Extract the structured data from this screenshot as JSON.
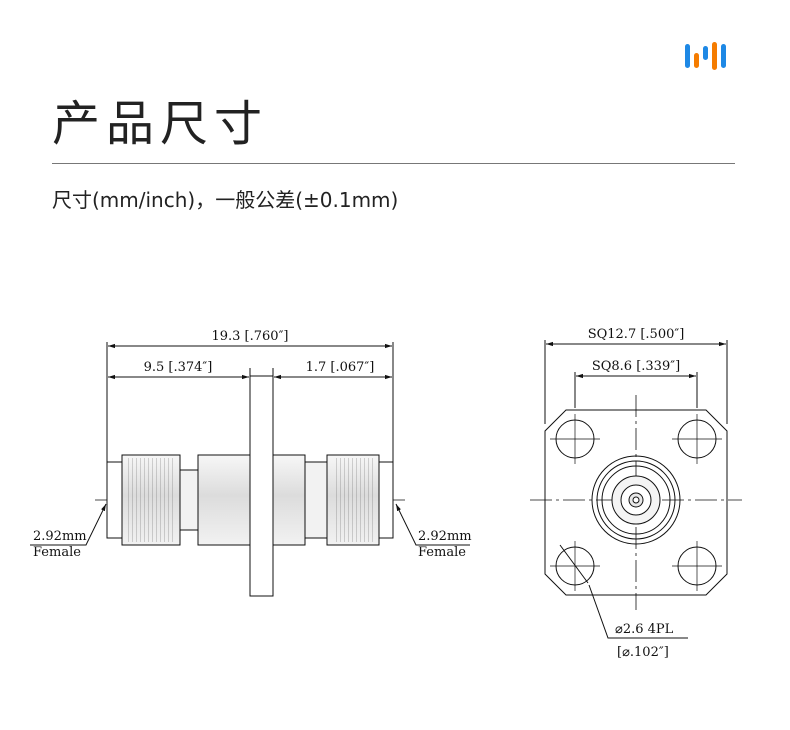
{
  "header": {
    "title": "产品尺寸",
    "subtitle": "尺寸(mm/inch)，一般公差(±0.1mm)"
  },
  "logo": {
    "icon": "brand-bars-logo",
    "colors": [
      "#1e88e5",
      "#f57c00"
    ]
  },
  "side_view": {
    "overall_length": "19.3 [.760″]",
    "left_length": "9.5 [.374″]",
    "right_length": "1.7 [.067″]",
    "left_connector": {
      "line1": "2.92mm",
      "line2": "Female"
    },
    "right_connector": {
      "line1": "2.92mm",
      "line2": "Female"
    }
  },
  "front_view": {
    "flange_square": "SQ12.7 [.500″]",
    "hole_spacing": "SQ8.6 [.339″]",
    "hole_diameter": "⌀2.6 4PL",
    "hole_diameter_inch": "[⌀.102″]"
  }
}
